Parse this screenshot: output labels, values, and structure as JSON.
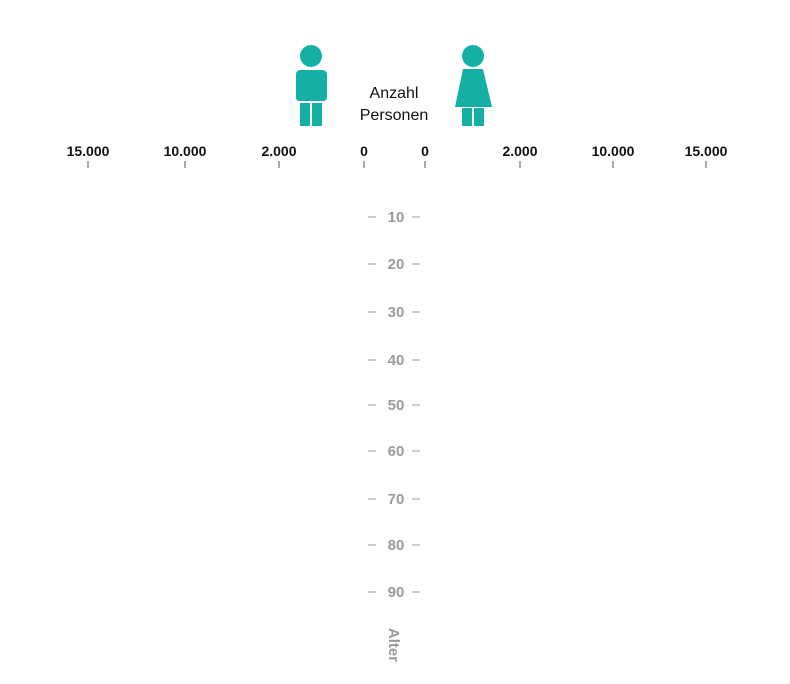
{
  "chart_data": {
    "type": "bar",
    "orientation": "horizontal-population-pyramid",
    "count_label_line1": "Anzahl",
    "count_label_line2": "Personen",
    "age_axis_label": "Alter",
    "icons": {
      "left": "male-icon",
      "right": "female-icon"
    },
    "accent_color": "#14b0a6",
    "left_axis_ticks": [
      "15.000",
      "10.000",
      "2.000",
      "0"
    ],
    "right_axis_ticks": [
      "0",
      "2.000",
      "10.000",
      "15.000"
    ],
    "age_ticks": [
      "10",
      "20",
      "30",
      "40",
      "50",
      "60",
      "70",
      "80",
      "90"
    ],
    "series": []
  }
}
